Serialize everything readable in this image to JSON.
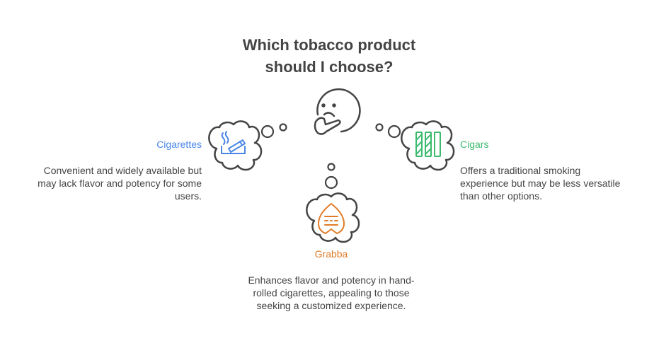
{
  "title_line1": "Which tobacco product",
  "title_line2": "should I choose?",
  "options": [
    {
      "label": "Cigarettes",
      "color": "#4a86e8",
      "icon": "cigarette-icon",
      "desc": [
        "Convenient and widely available but",
        "may lack flavor and potency for some",
        "users."
      ]
    },
    {
      "label": "Cigars",
      "color": "#3cba6e",
      "icon": "cigars-icon",
      "desc": [
        "Offers a traditional smoking",
        "experience but may be less versatile",
        "than other options."
      ]
    },
    {
      "label": "Grabba",
      "color": "#e07b28",
      "icon": "grabba-leaf-icon",
      "desc": [
        "Enhances flavor and potency in hand-",
        "rolled cigarettes, appealing to those",
        "seeking a customized experience."
      ]
    }
  ]
}
